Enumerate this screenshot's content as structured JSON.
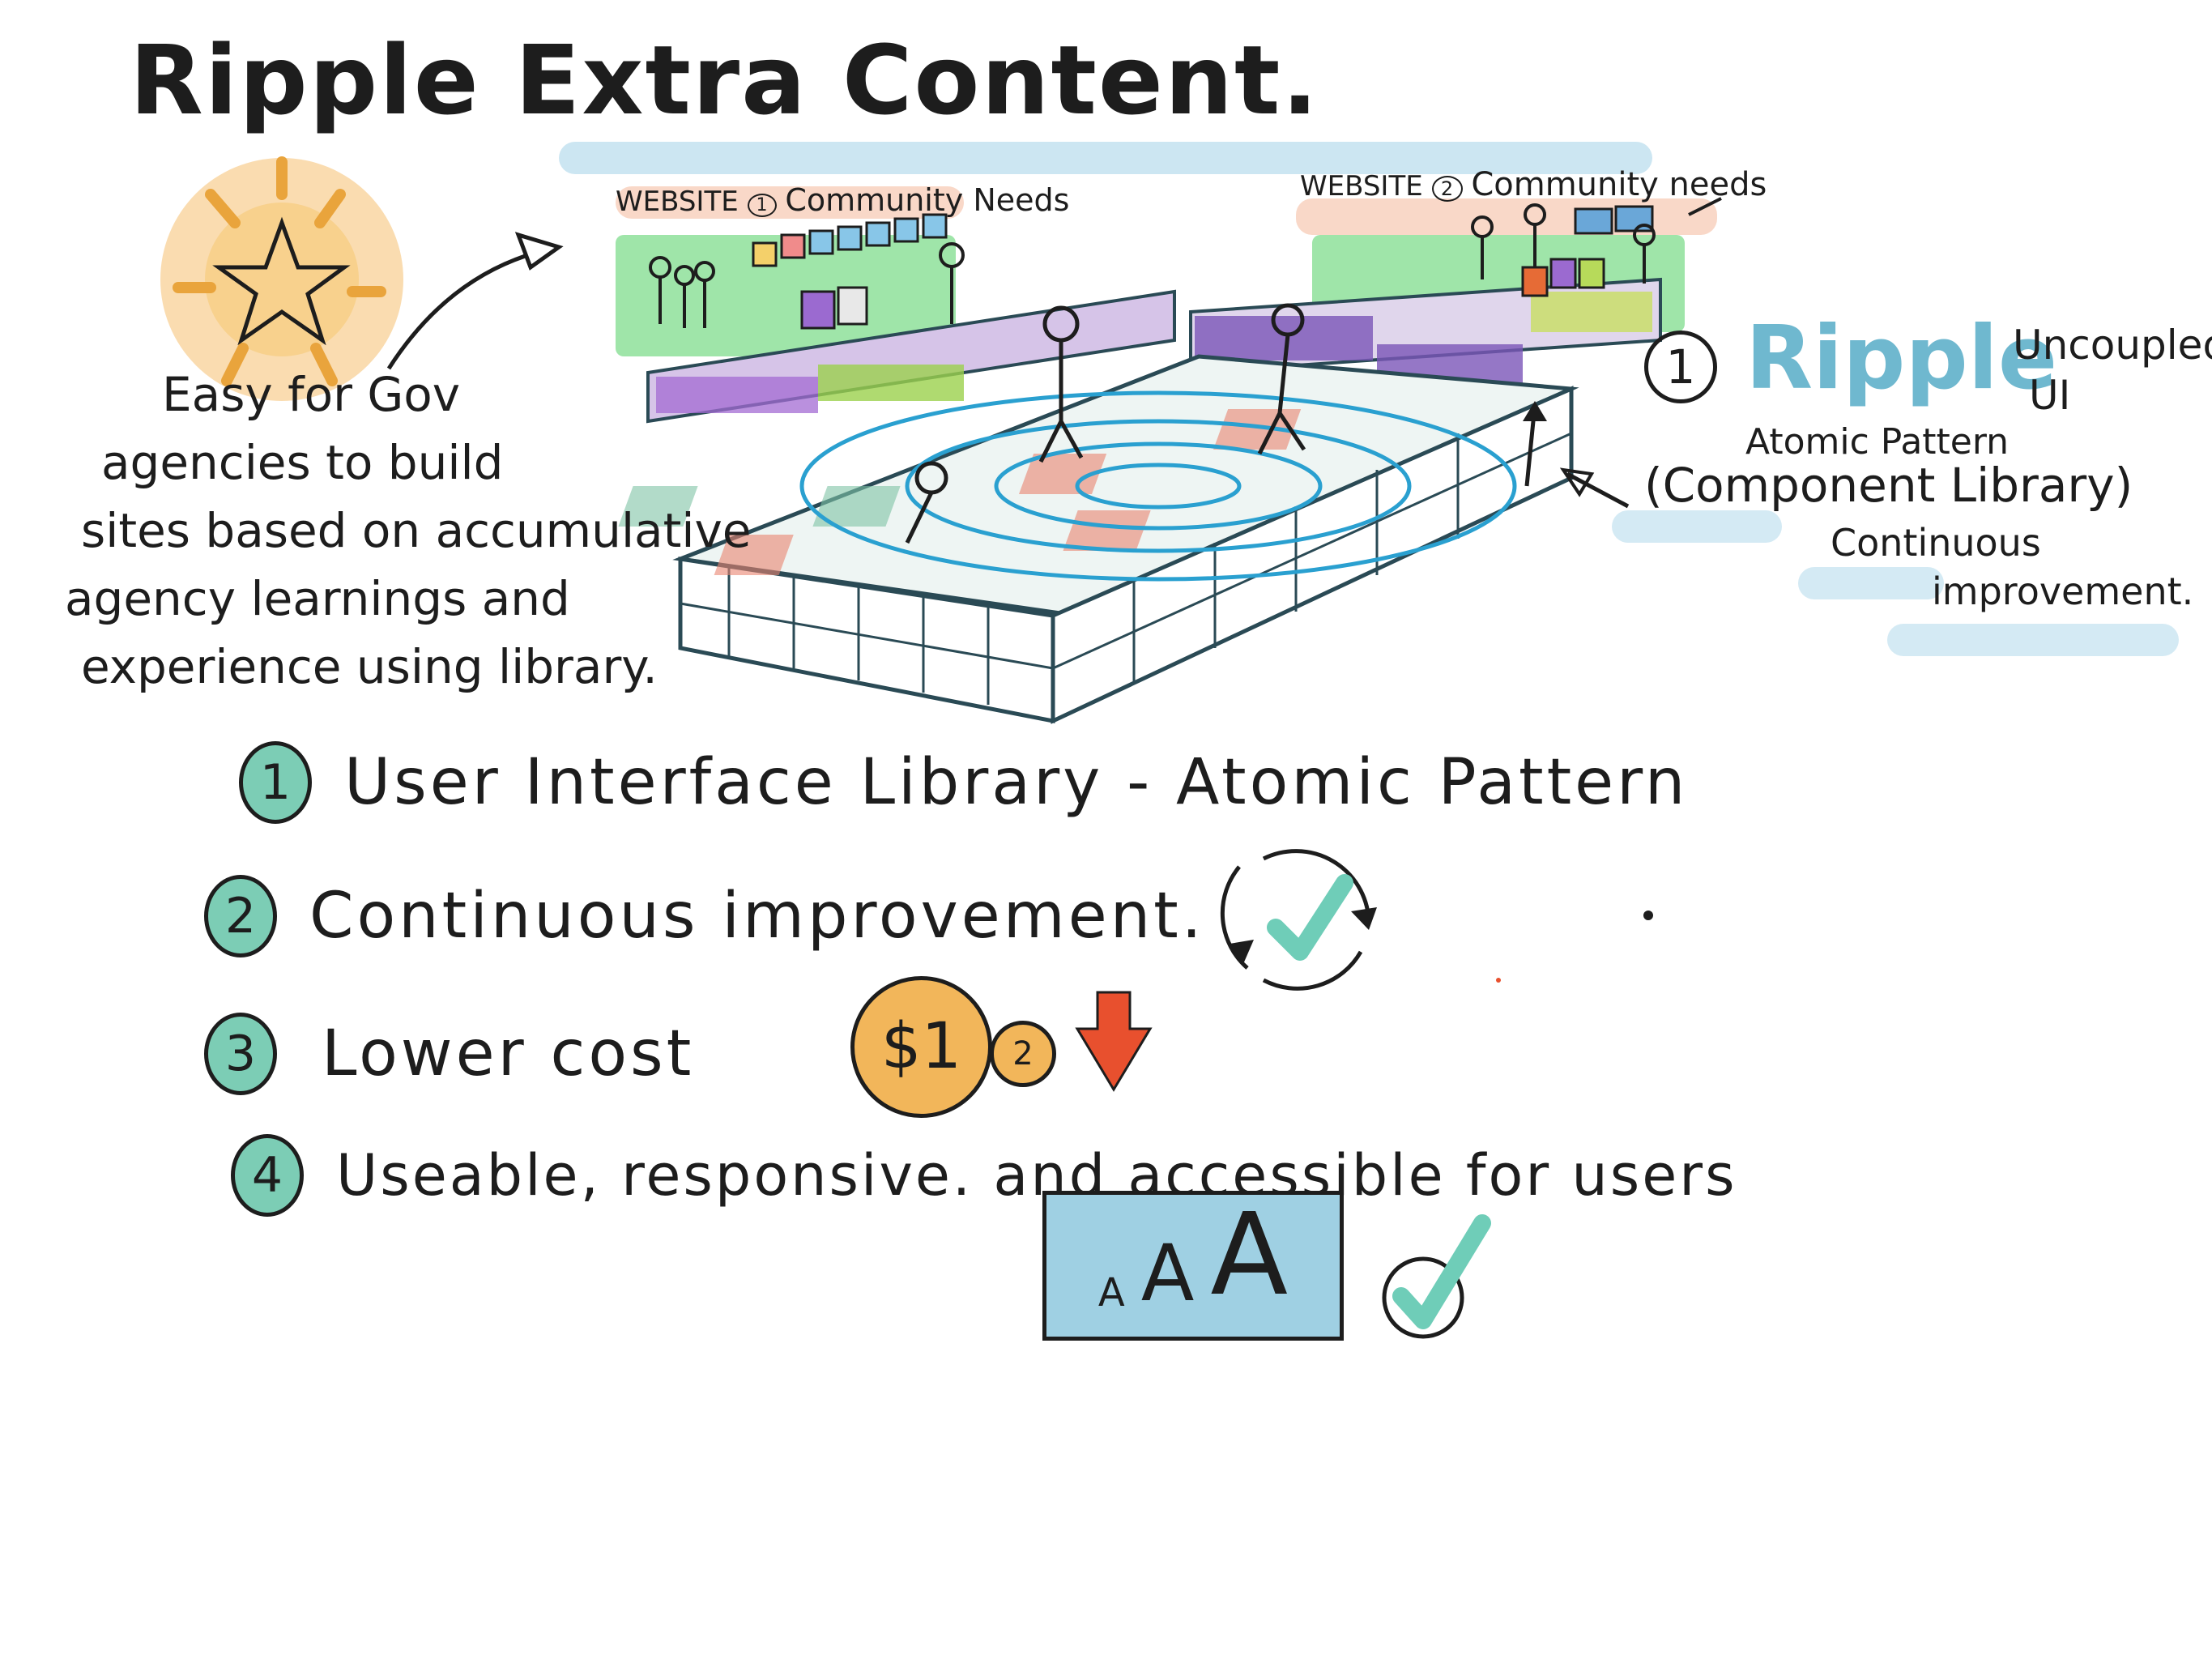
{
  "title": "Ripple Extra Content.",
  "illustration": {
    "website1_label": "WEBSITE",
    "website1_num": "1",
    "website1_caption": "Community Needs",
    "website2_label": "WEBSITE",
    "website2_num": "2",
    "website2_caption": "Community needs"
  },
  "left_note": {
    "lines": [
      "Easy for Gov",
      "agencies to build",
      "sites based on accumulative",
      "agency learnings and",
      "experience using library."
    ]
  },
  "ripple_block": {
    "number": "1",
    "name": "Ripple",
    "uncoupled_line1": "Uncoupled",
    "uncoupled_line2": "UI",
    "atomic_pattern": "Atomic Pattern",
    "component_library": "(Component Library)",
    "continuous": "Continuous",
    "improvement": "improvement."
  },
  "points": [
    {
      "number": "1",
      "text": "User Interface Library - Atomic Pattern"
    },
    {
      "number": "2",
      "text": "Continuous improvement."
    },
    {
      "number": "3",
      "text": "Lower cost"
    },
    {
      "number": "4",
      "text": "Useable, responsive. and accessible for users"
    }
  ],
  "cost_icons": {
    "big_coin": "$1",
    "small_coin": "2"
  },
  "text_size_box": {
    "small": "A",
    "medium": "A",
    "large": "A"
  },
  "colors": {
    "teal_badge": "#7ccdb5",
    "ripple_blue": "#6fb8cf",
    "coin_orange": "#f2b65a",
    "arrow_red": "#e8502e",
    "check_teal": "#6fcdb8"
  }
}
